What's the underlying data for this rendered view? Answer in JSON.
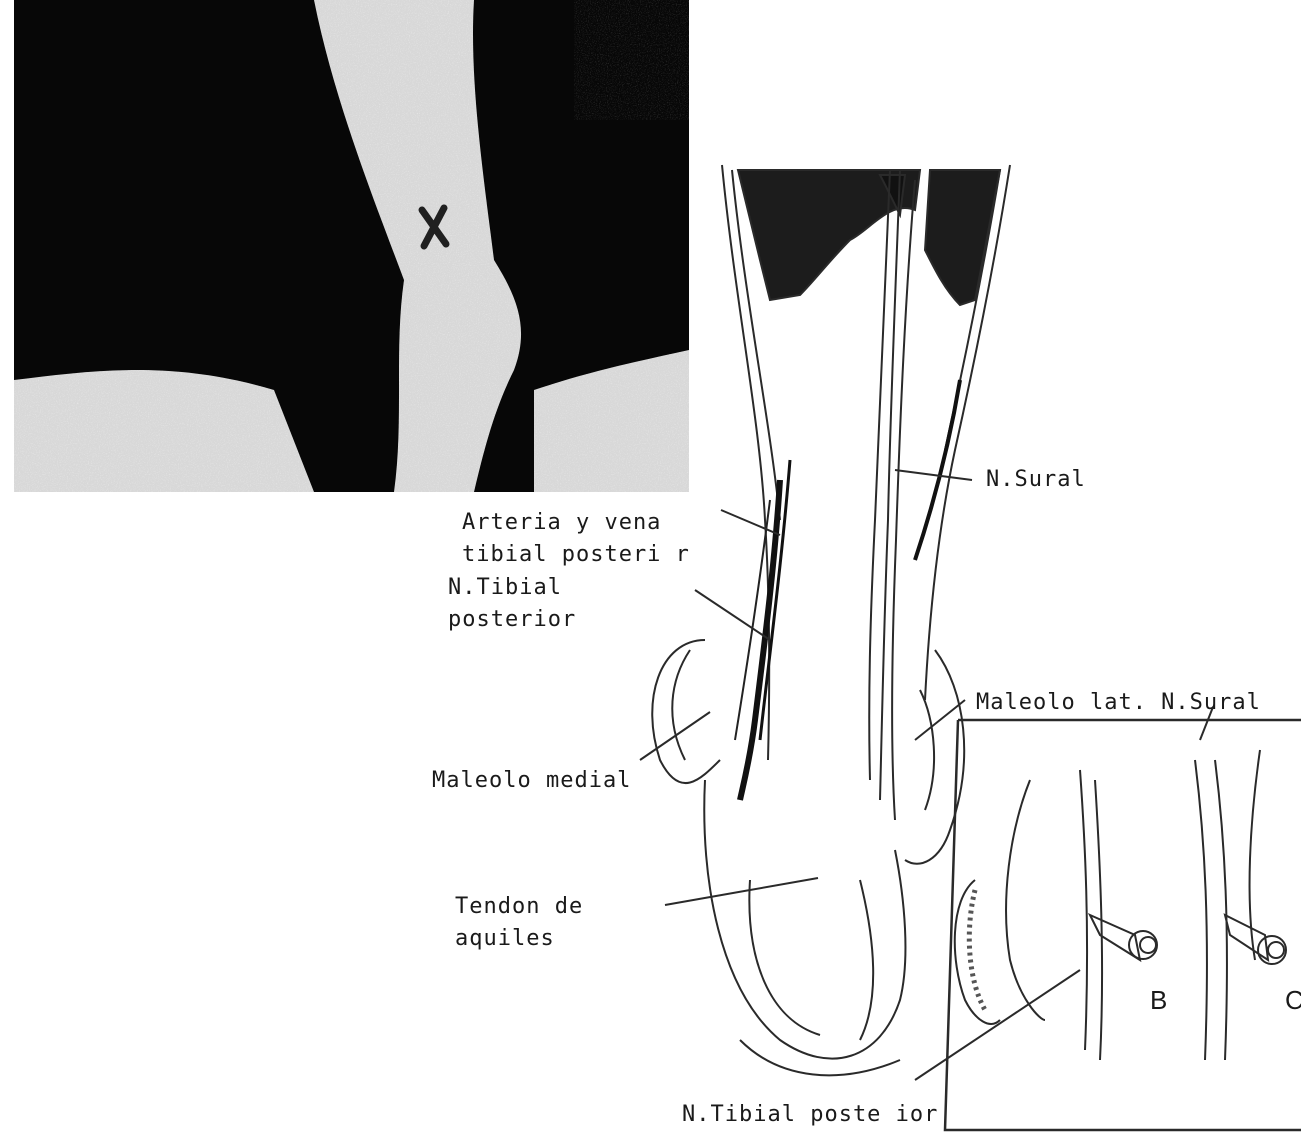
{
  "labels": {
    "arteria_line1": "Arteria y vena",
    "arteria_line2": "tibial posteri r",
    "tibial_line1": "N.Tibial",
    "tibial_line2": "posterior",
    "sural": "N.Sural",
    "maleolo_lat": "Maleolo lat. N.Sural",
    "maleolo_medial": "Maleolo medial",
    "tendon_line1": "Tendon de",
    "tendon_line2": "aquiles",
    "tibial_bottom": "N.Tibial poste ior",
    "inset_b": "B",
    "inset_c": "C"
  }
}
